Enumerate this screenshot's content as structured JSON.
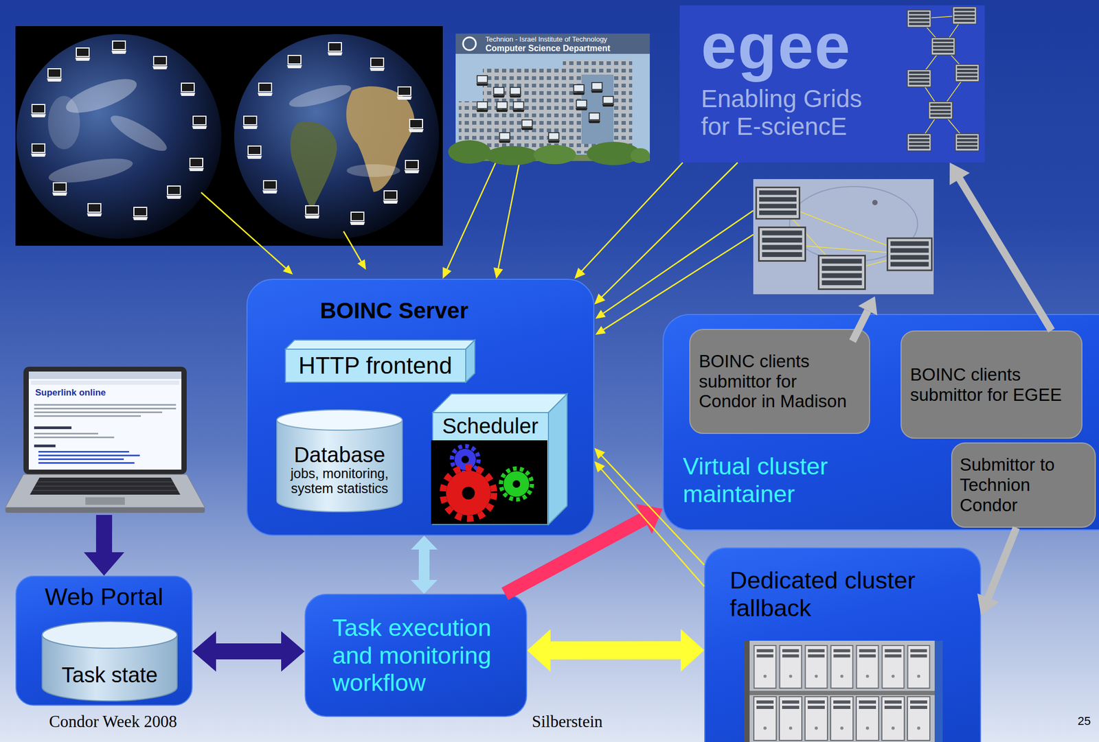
{
  "diagram": {
    "nodes": [
      {
        "text": [
          "Technion - Israel Institute of Technology",
          "Computer Science Department"
        ]
      },
      {
        "text": [
          "egee",
          "Enabling Grids for E-sciencE"
        ]
      },
      {
        "text": [
          "BOINC Server"
        ]
      },
      {
        "text": [
          "HTTP frontend"
        ],
        "in": 2
      },
      {
        "text": [
          "Database",
          "jobs, monitoring, system statistics"
        ],
        "in": 2
      },
      {
        "text": [
          "Scheduler"
        ],
        "in": 2
      },
      {
        "text": [
          "Virtual cluster maintainer"
        ]
      },
      {
        "text": [
          "BOINC clients submittor for Condor in Madison"
        ],
        "in": 6
      },
      {
        "text": [
          "BOINC clients submittor for EGEE"
        ],
        "in": 6
      },
      {
        "text": [
          "Submittor to Technion Condor"
        ],
        "in": 6
      },
      {
        "text": [
          "Superlink online"
        ]
      },
      {
        "text": [
          "Web Portal"
        ]
      },
      {
        "text": [
          "Task state"
        ],
        "in": 11
      },
      {
        "text": [
          "Task execution and monitoring workflow"
        ]
      },
      {
        "text": [
          "Dedicated cluster fallback"
        ]
      }
    ],
    "edges": [
      {
        "from": 0,
        "to": 2,
        "arrow": "to"
      },
      {
        "from": 0,
        "to": 2,
        "arrow": "to"
      },
      {
        "from": 1,
        "to": 2,
        "arrow": "to"
      },
      {
        "from": 1,
        "to": 2,
        "arrow": "to"
      },
      {
        "from": 8,
        "to": 1,
        "arrow": "to"
      },
      {
        "from": 9,
        "to": 14,
        "arrow": "to"
      },
      {
        "from": 10,
        "to": 11,
        "arrow": "to"
      },
      {
        "from": 11,
        "to": 13,
        "arrow": "both"
      },
      {
        "from": 2,
        "to": 13,
        "arrow": "both"
      },
      {
        "from": 13,
        "to": 14,
        "arrow": "both"
      },
      {
        "from": 13,
        "to": 6,
        "arrow": "to"
      },
      {
        "from": 14,
        "to": 2,
        "arrow": "to"
      },
      {
        "from": 14,
        "to": 2,
        "arrow": "to"
      }
    ],
    "labels": [
      "Condor Week 2008",
      "Silberstein",
      "25"
    ]
  }
}
